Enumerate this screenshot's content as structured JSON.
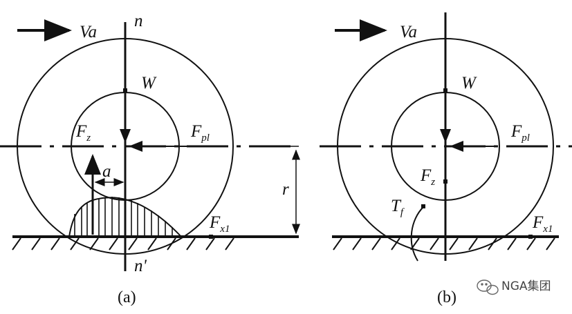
{
  "diagram_a": {
    "velocity": "Va",
    "normal_top": "n",
    "normal_bottom": "n'",
    "weight": "W",
    "force_pl": "F",
    "force_pl_sub": "pl",
    "vertical_force": "F",
    "vertical_force_sub": "z",
    "offset": "a",
    "radius": "r",
    "friction_force": "F",
    "friction_force_sub": "x1",
    "caption": "(a)"
  },
  "diagram_b": {
    "velocity": "Va",
    "weight": "W",
    "force_pl": "F",
    "force_pl_sub": "pl",
    "vertical_force": "F",
    "vertical_force_sub": "z",
    "torque": "T",
    "torque_sub": "f",
    "friction_force": "F",
    "friction_force_sub": "x1",
    "caption": "(b)"
  },
  "watermark": {
    "text": "NGA集团",
    "icon": "wechat-icon"
  },
  "colors": {
    "ink": "#111111",
    "background": "#ffffff"
  }
}
